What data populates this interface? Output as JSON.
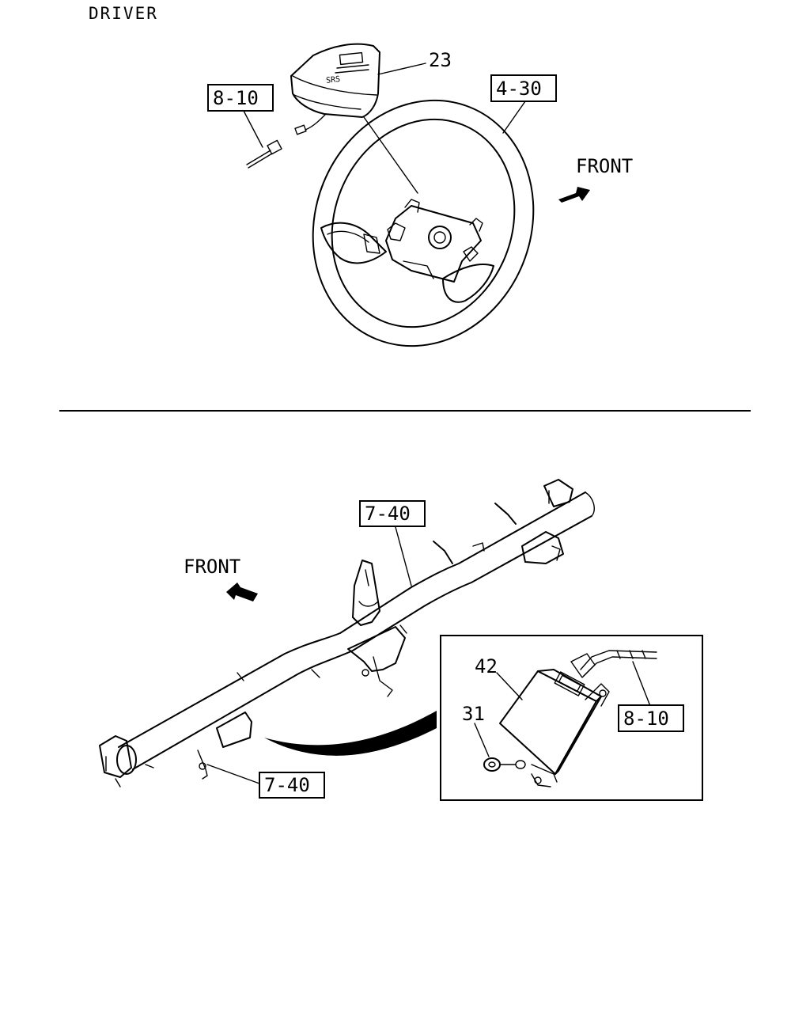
{
  "header": {
    "title": "DRIVER"
  },
  "top_diagram": {
    "callouts": {
      "pad": "23",
      "wheel": "4-30",
      "connector": "8-10"
    },
    "front_label": "FRONT",
    "pad_marking": "SRS"
  },
  "bottom_diagram": {
    "callouts": {
      "beam": "7-40",
      "bracket": "7-40",
      "unit": "42",
      "nut": "31",
      "harness": "8-10"
    },
    "front_label": "FRONT"
  }
}
